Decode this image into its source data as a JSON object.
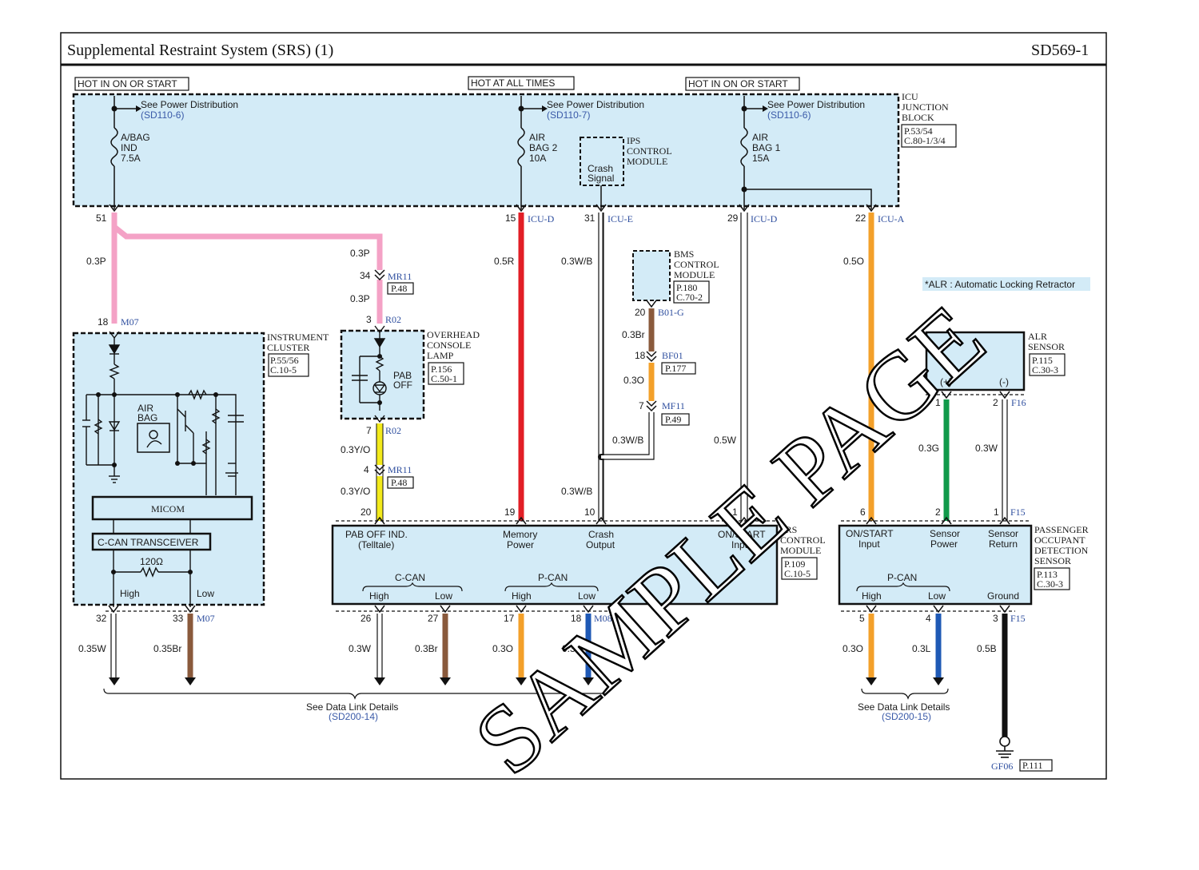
{
  "header": {
    "title": "Supplemental Restraint System (SRS) (1)",
    "page_code": "SD569-1"
  },
  "watermark": "SAMPLE PAGE",
  "hot_labels": [
    "HOT IN ON OR START",
    "HOT AT ALL TIMES",
    "HOT IN ON OR START"
  ],
  "power_dist": {
    "see": "See Power Distribution",
    "refs": [
      "(SD110-6)",
      "(SD110-7)",
      "(SD110-6)"
    ]
  },
  "fuses": {
    "f1": [
      "A/BAG",
      "IND",
      "7.5A"
    ],
    "f2": [
      "AIR",
      "BAG 2",
      "10A"
    ],
    "f3": [
      "AIR",
      "BAG 1",
      "15A"
    ]
  },
  "icu": {
    "lines": [
      "ICU",
      "JUNCTION",
      "BLOCK"
    ],
    "ref": [
      "P.53/54",
      "C.80-1/3/4"
    ]
  },
  "ips": {
    "inner": [
      "Crash",
      "Signal"
    ],
    "lines": [
      "IPS",
      "CONTROL",
      "MODULE"
    ]
  },
  "bms": {
    "lines": [
      "BMS",
      "CONTROL",
      "MODULE"
    ],
    "ref": [
      "P.180",
      "C.70-2"
    ]
  },
  "alr_note": "*ALR : Automatic Locking Retractor",
  "alr": {
    "lines": [
      "ALR",
      "SENSOR"
    ],
    "ref": [
      "P.115",
      "C.30-3"
    ],
    "plus": "(+)",
    "minus": "(-)"
  },
  "cluster": {
    "lines": [
      "INSTRUMENT",
      "CLUSTER"
    ],
    "ref": [
      "P.55/56",
      "C.10-5"
    ],
    "airbag": [
      "AIR",
      "BAG"
    ],
    "micom": "MICOM",
    "transceiver": "C-CAN TRANSCEIVER",
    "resistor": "120Ω",
    "high": "High",
    "low": "Low"
  },
  "overhead": {
    "lines": [
      "OVERHEAD",
      "CONSOLE",
      "LAMP"
    ],
    "ref": [
      "P.156",
      "C.50-1"
    ],
    "pab": [
      "PAB",
      "OFF"
    ]
  },
  "srs": {
    "lines": [
      "SRS",
      "CONTROL",
      "MODULE"
    ],
    "ref": [
      "P.109",
      "C.10-5"
    ],
    "pins": [
      [
        "PAB OFF IND.",
        "(Telltale)"
      ],
      [
        "Memory",
        "Power"
      ],
      [
        "Crash",
        "Output"
      ],
      [
        "ON/START",
        "Input"
      ]
    ],
    "ccan": "C-CAN",
    "pcan": "P-CAN",
    "high": "High",
    "low": "Low"
  },
  "pods": {
    "lines": [
      "PASSENGER",
      "OCCUPANT",
      "DETECTION",
      "SENSOR"
    ],
    "ref": [
      "P.113",
      "C.30-3"
    ],
    "pins": [
      [
        "ON/START",
        "Input"
      ],
      [
        "Sensor",
        "Power"
      ],
      [
        "Sensor",
        "Return"
      ]
    ],
    "pcan": "P-CAN",
    "high": "High",
    "low": "Low",
    "ground": "Ground"
  },
  "connectors": {
    "icu_d": "ICU-D",
    "icu_e": "ICU-E",
    "icu_a": "ICU-A",
    "m07": "M07",
    "m08": "M08",
    "mr11": "MR11",
    "r02": "R02",
    "b01g": "B01-G",
    "bf01": "BF01",
    "mf11": "MF11",
    "f16": "F16",
    "f15": "F15",
    "gf06": "GF06",
    "p48": "P.48",
    "p177": "P.177",
    "p49": "P.49",
    "p111": "P.111"
  },
  "pin_numbers": {
    "p51": "51",
    "p15": "15",
    "p31": "31",
    "p29": "29",
    "p22": "22",
    "p18a": "18",
    "p34": "34",
    "p3": "3",
    "p7": "7",
    "p4": "4",
    "p20a": "20",
    "p19": "19",
    "p10": "10",
    "p1a": "1",
    "p20b": "20",
    "p18b": "18",
    "p7b": "7",
    "p32": "32",
    "p33": "33",
    "p26": "26",
    "p27": "27",
    "p17": "17",
    "p18c": "18",
    "p1b": "1",
    "p2": "2",
    "p6": "6",
    "p2b": "2",
    "p1c": "1",
    "p5": "5",
    "p4b": "4",
    "p3b": "3"
  },
  "wires": {
    "w_03P_a": "0.3P",
    "w_03P_b": "0.3P",
    "w_03P_c": "0.3P",
    "w_03YO_a": "0.3Y/O",
    "w_03YO_b": "0.3Y/O",
    "w_05R": "0.5R",
    "w_03WB_a": "0.3W/B",
    "w_03WB_b": "0.3W/B",
    "w_03WB_c": "0.3W/B",
    "w_03Br": "0.3Br",
    "w_03O_a": "0.3O",
    "w_05W": "0.5W",
    "w_05O": "0.5O",
    "w_03G": "0.3G",
    "w_03W_a": "0.3W",
    "w_035W": "0.35W",
    "w_035Br": "0.35Br",
    "w_03W_b": "0.3W",
    "w_03Br_b": "0.3Br",
    "w_03O_b": "0.3O",
    "w_03L_a": "0.3L",
    "w_03O_c": "0.3O",
    "w_03L_b": "0.3L",
    "w_05B": "0.5B"
  },
  "data_links": {
    "see": "See Data Link Details",
    "left_ref": "(SD200-14)",
    "right_ref": "(SD200-15)"
  },
  "colors": {
    "pink": "#f4a2c6",
    "red": "#e21e26",
    "orange": "#f3a02a",
    "brown": "#8a5a3c",
    "yellow": "#f3ea1c",
    "green": "#119a4a",
    "blue": "#1f59b5",
    "box": "#d3ebf7"
  }
}
